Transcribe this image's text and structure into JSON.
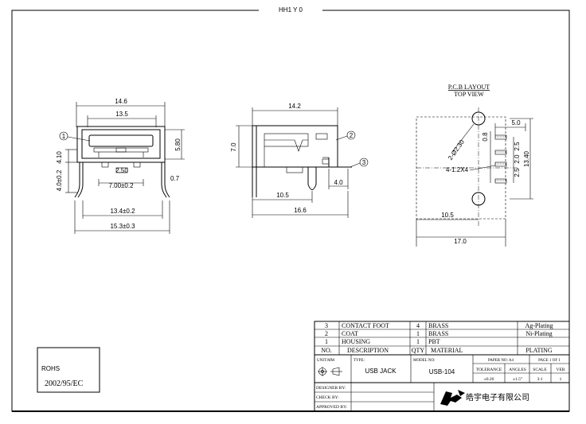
{
  "drawing": {
    "header_text": "HH1 Y 0",
    "front_view": {
      "dims": {
        "top_outer": "14.6",
        "top_inner": "13.5",
        "height": "5.80",
        "left_upper": "4.10",
        "left_lower": "4.0±0.2",
        "pin_pitch": "7.00±0.2",
        "pin_small": "2.50",
        "side_offset": "0.7",
        "bottom_inner": "13.4±0.2",
        "bottom_outer": "15.3±0.3"
      },
      "balloon": "1"
    },
    "side_view": {
      "dims": {
        "top": "14.2",
        "height": "7.0",
        "pin_offset": "4.0",
        "mid": "10.5",
        "bottom": "16.6"
      },
      "balloons": [
        "2",
        "3"
      ]
    },
    "pcb_layout": {
      "title": "P.C.B LAYOUT",
      "subtitle": "TOP VIEW",
      "dims": {
        "hole": "2-Ø2.30",
        "slot": "4-1.2X4",
        "width": "5.0",
        "pitch_a": "0.8",
        "pitch_b": "2.5",
        "pitch_c": "2.0",
        "pitch_d": "2.5",
        "height": "13.40",
        "mid": "10.5",
        "bottom": "17.0"
      }
    },
    "rohs": {
      "label": "ROHS",
      "directive": "2002/95/EC"
    }
  },
  "title_block": {
    "bom_rows": [
      {
        "no": "3",
        "description": "CONTACT FOOT",
        "qty": "4",
        "material": "BRASS",
        "plating": "Ag-Plating"
      },
      {
        "no": "2",
        "description": "COAT",
        "qty": "1",
        "material": "BRASS",
        "plating": "Ni-Plating"
      },
      {
        "no": "1",
        "description": "HOUSING",
        "qty": "1",
        "material": "PBT",
        "plating": ""
      }
    ],
    "bom_header": {
      "no": "NO.",
      "description": "DESCRIPTION",
      "qty": "QTY",
      "material": "MATERIAL",
      "plating": "PLATING"
    },
    "unit_label": "UNIT:MM",
    "type_label": "TYPE:",
    "type_value": "USB JACK",
    "model_label": "MODEL NO:",
    "model_value": "USB-104",
    "paper_label": "PAPER NO: A4",
    "page_label": "PAGE 1 OF 1",
    "tolerance_label": "TOLERANCE",
    "angles_label": "ANGLES",
    "scale_label": "SCALE",
    "ver_label": "VER",
    "tolerance_value": "±0.20",
    "angles_value": "±1.5°",
    "scale_value": "3:1",
    "ver_value": "1",
    "designer_label": "DESIGNER BY:",
    "check_label": "CHECK  BY:",
    "approved_label": "APPROVED BY:",
    "company": "皓宇电子有限公司"
  }
}
